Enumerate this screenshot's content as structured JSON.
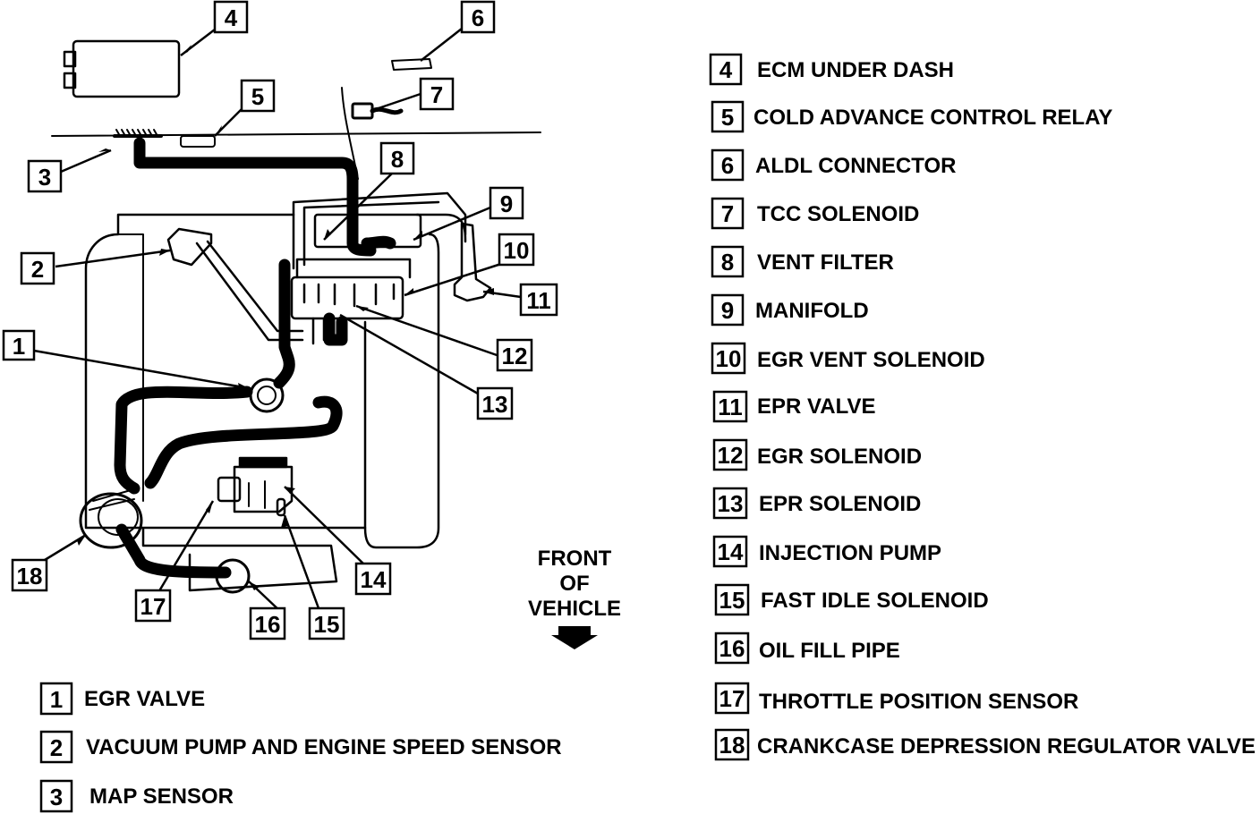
{
  "front_note": [
    "FRONT",
    "OF",
    "VEHICLE"
  ],
  "callouts": [
    "1",
    "2",
    "3",
    "4",
    "5",
    "6",
    "7",
    "8",
    "9",
    "10",
    "11",
    "12",
    "13",
    "14",
    "15",
    "16",
    "17",
    "18"
  ],
  "legend": [
    {
      "num": "1",
      "label": "EGR VALVE"
    },
    {
      "num": "2",
      "label": "VACUUM PUMP AND ENGINE SPEED SENSOR"
    },
    {
      "num": "3",
      "label": "MAP SENSOR"
    },
    {
      "num": "4",
      "label": "ECM UNDER DASH"
    },
    {
      "num": "5",
      "label": "COLD ADVANCE CONTROL RELAY"
    },
    {
      "num": "6",
      "label": "ALDL CONNECTOR"
    },
    {
      "num": "7",
      "label": "TCC SOLENOID"
    },
    {
      "num": "8",
      "label": "VENT FILTER"
    },
    {
      "num": "9",
      "label": "MANIFOLD"
    },
    {
      "num": "10",
      "label": "EGR VENT SOLENOID"
    },
    {
      "num": "11",
      "label": "EPR VALVE"
    },
    {
      "num": "12",
      "label": "EGR SOLENOID"
    },
    {
      "num": "13",
      "label": "EPR SOLENOID"
    },
    {
      "num": "14",
      "label": "INJECTION PUMP"
    },
    {
      "num": "15",
      "label": "FAST IDLE SOLENOID"
    },
    {
      "num": "16",
      "label": "OIL FILL PIPE"
    },
    {
      "num": "17",
      "label": "THROTTLE POSITION SENSOR"
    },
    {
      "num": "18",
      "label": "CRANKCASE DEPRESSION REGULATOR VALVE"
    }
  ]
}
